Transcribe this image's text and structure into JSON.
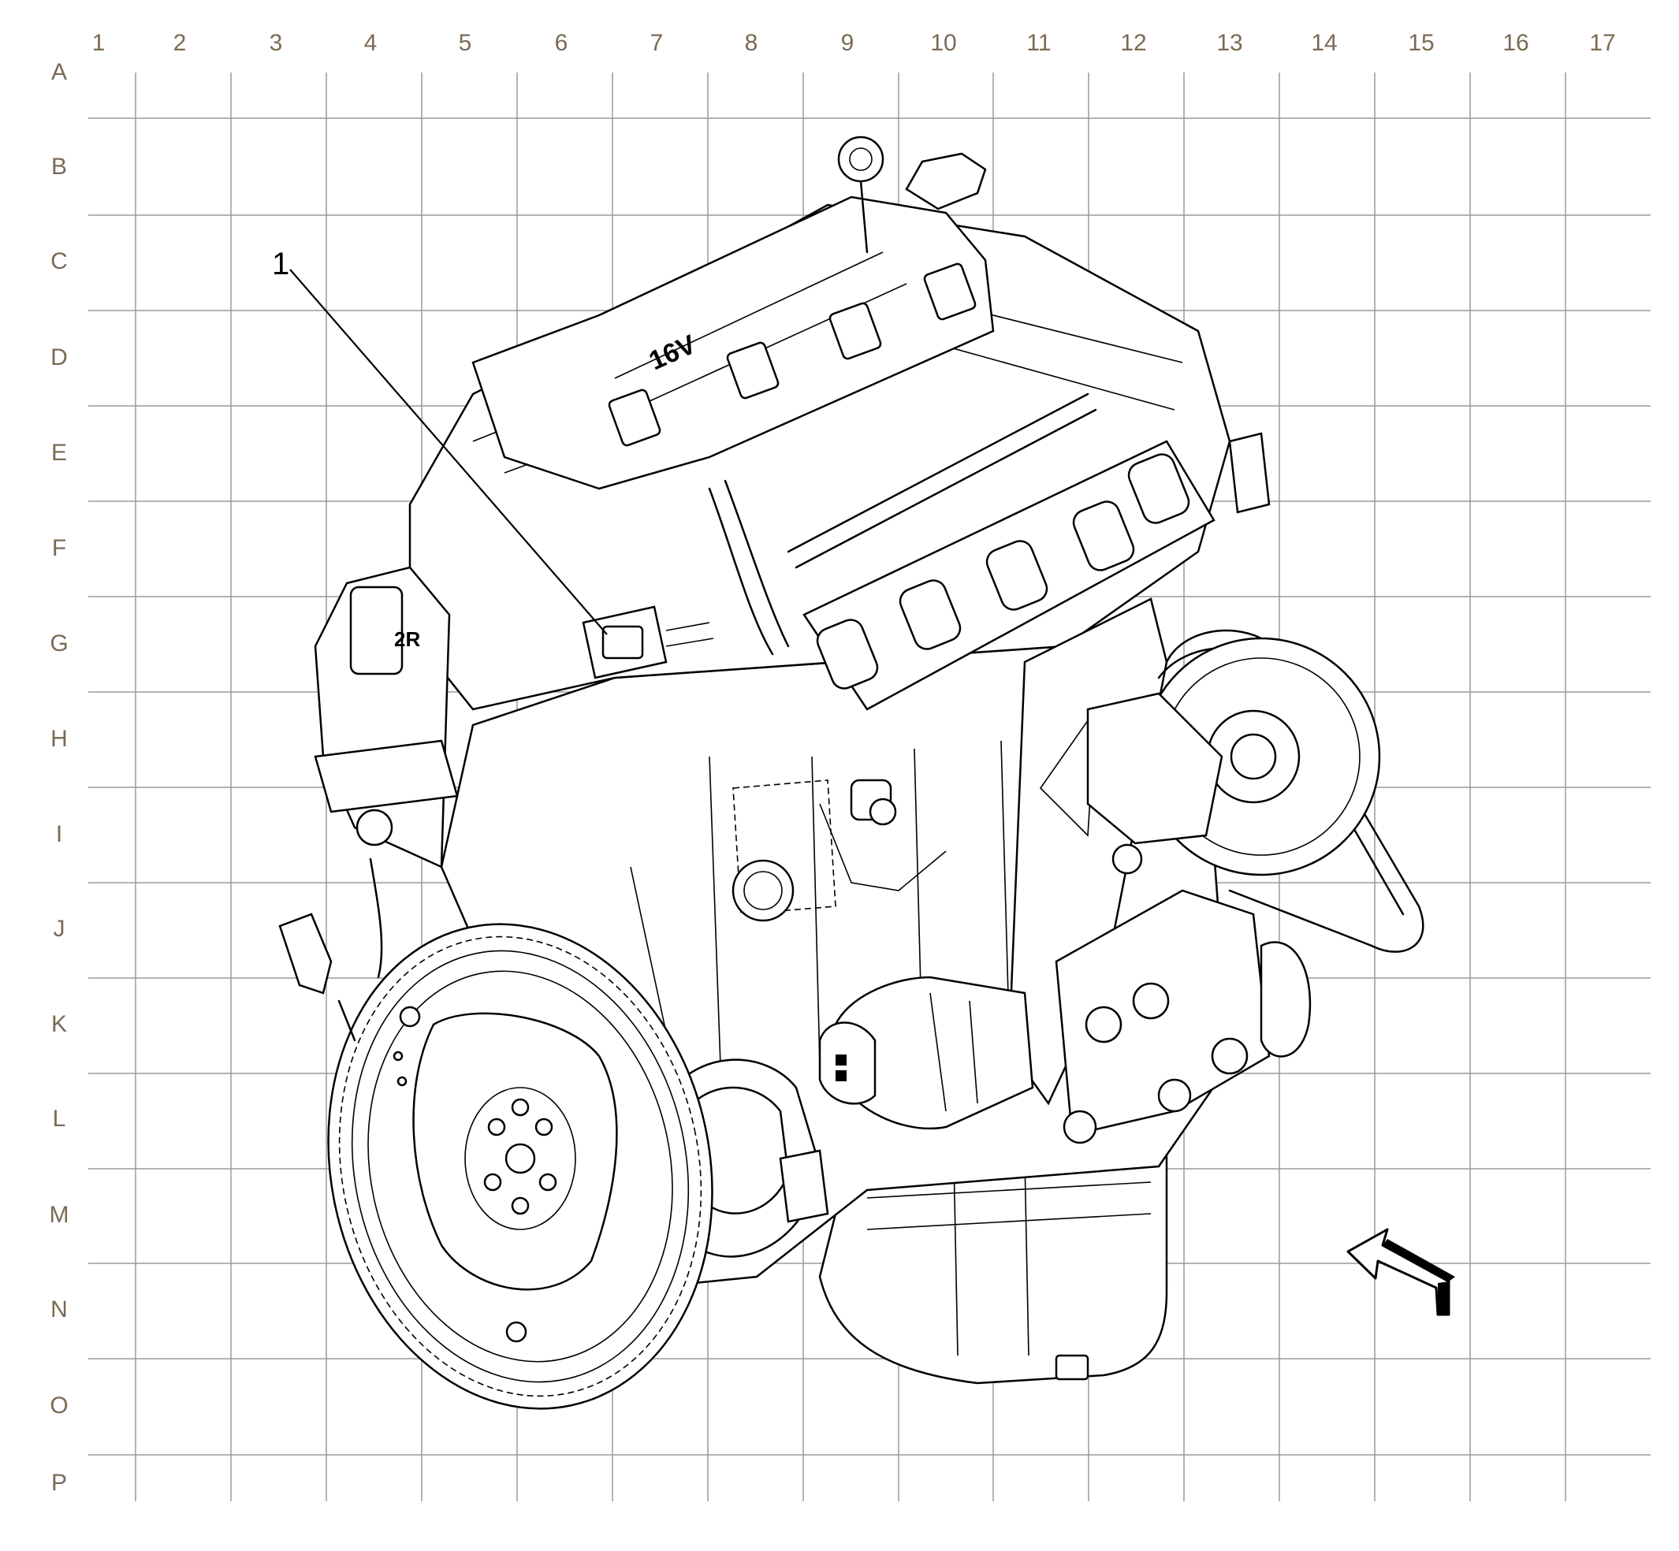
{
  "grid": {
    "columns": [
      "1",
      "2",
      "3",
      "4",
      "5",
      "6",
      "7",
      "8",
      "9",
      "10",
      "11",
      "12",
      "13",
      "14",
      "15",
      "16",
      "17"
    ],
    "rows": [
      "A",
      "B",
      "C",
      "D",
      "E",
      "F",
      "G",
      "H",
      "I",
      "J",
      "K",
      "L",
      "M",
      "N",
      "O",
      "P"
    ]
  },
  "callouts": [
    {
      "number": "1"
    }
  ],
  "engine": {
    "cover_marking": "16V",
    "head_marking": "2R"
  },
  "icons": {
    "view_direction": "view-direction-arrow-icon"
  },
  "colors": {
    "grid_label": "#7a6a55",
    "grid_line": "#9a9a9a",
    "linework": "#000000"
  }
}
